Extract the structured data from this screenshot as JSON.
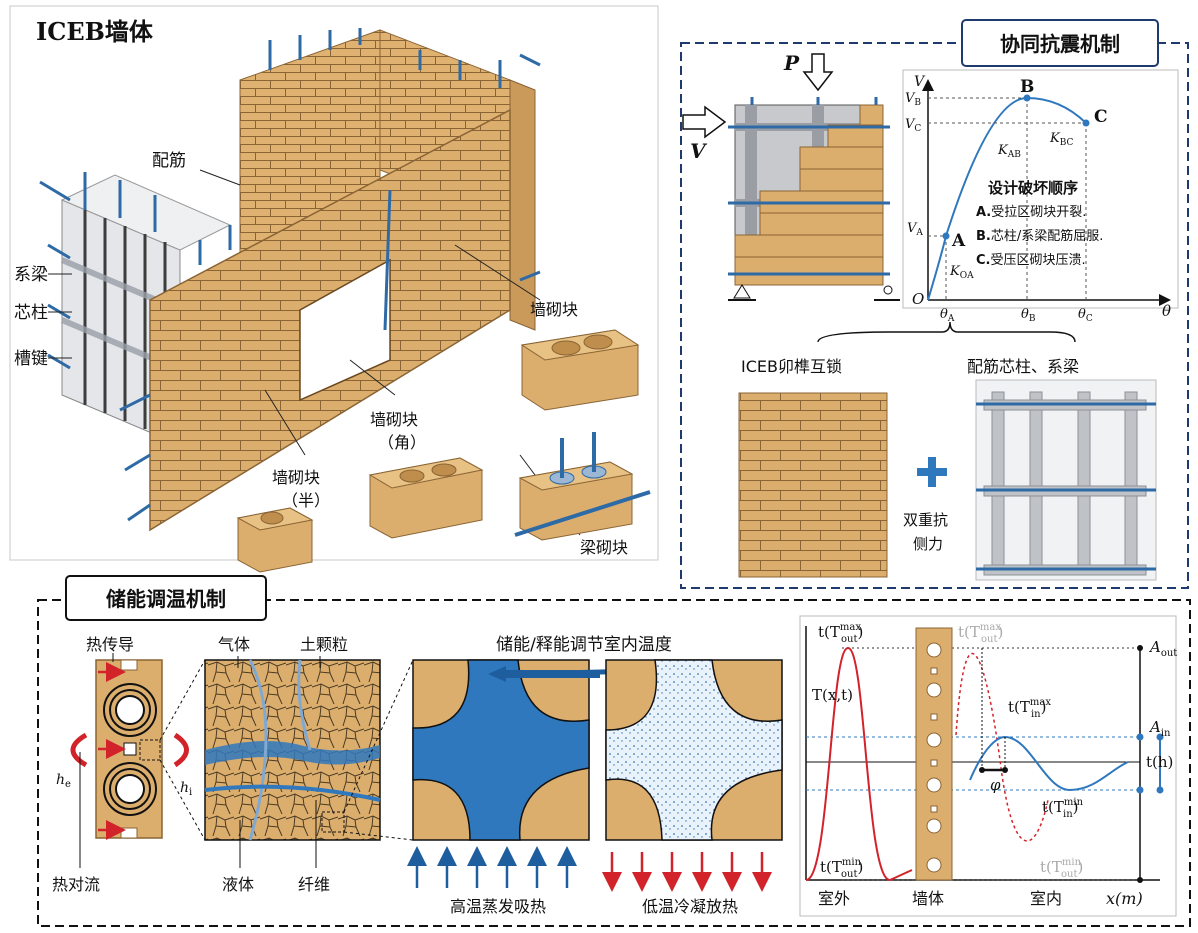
{
  "wall": {
    "title": "ICEB墙体",
    "labels": {
      "rebar": "配筋",
      "tie_beam": "系梁",
      "core_column": "芯柱",
      "groove_key": "槽键"
    },
    "blocks": {
      "wall_block": "墙砌块",
      "wall_block_corner_1": "墙砌块",
      "wall_block_corner_2": "（角）",
      "wall_block_half_1": "墙砌块",
      "wall_block_half_2": "（半）",
      "beam_block": "梁砌块"
    }
  },
  "seismic": {
    "title": "协同抗震机制",
    "load_P": "P",
    "load_V": "V",
    "curve": {
      "y_axis": "V",
      "x_axis": "θ",
      "origin": "O",
      "points": [
        "A",
        "B",
        "C"
      ],
      "V_B": "V",
      "V_B_sub": "B",
      "V_C": "V",
      "V_C_sub": "C",
      "V_A": "V",
      "V_A_sub": "A",
      "K_AB": "K",
      "K_AB_sub": "AB",
      "K_BC": "K",
      "K_BC_sub": "BC",
      "K_OA": "K",
      "K_OA_sub": "OA",
      "theta_A": "θ",
      "theta_A_sub": "A",
      "theta_B": "θ",
      "theta_B_sub": "B",
      "theta_C": "θ",
      "theta_C_sub": "C"
    },
    "sequence_title": "设计破坏顺序",
    "sequence": [
      {
        "key": "A.",
        "text": "受拉区砌块开裂."
      },
      {
        "key": "B.",
        "text": "芯柱/系梁配筋屈服."
      },
      {
        "key": "C.",
        "text": "受压区砌块压溃."
      }
    ],
    "interlock": "ICEB卯榫互锁",
    "reinforced": "配筋芯柱、系梁",
    "dual_1": "双重抗",
    "dual_2": "侧力"
  },
  "thermal": {
    "title": "储能调温机制",
    "heat_conduction": "热传导",
    "heat_convection": "热对流",
    "he": "h",
    "he_sub": "e",
    "hi": "h",
    "hi_sub": "i",
    "gas": "气体",
    "soil": "土颗粒",
    "liquid": "液体",
    "fiber": "纤维",
    "storage": "储能/释能调节室内温度",
    "evaporation": "高温蒸发吸热",
    "condensation": "低温冷凝放热",
    "chart": {
      "y_label": "T(x,t)",
      "t_out_max": "t(T",
      "t_out_min": "t(T",
      "t_in_max": "t(T",
      "t_in_min": "t(T",
      "sup_max": "max",
      "sup_min": "min",
      "sub_out": "out",
      "sub_in": "in",
      "A_out": "A",
      "A_out_sub": "out",
      "A_in": "A",
      "A_in_sub": "in",
      "t_h": "t(h)",
      "phi": "φ",
      "outdoor": "室外",
      "wall": "墙体",
      "indoor": "室内",
      "x_m": "x(m)"
    }
  },
  "colors": {
    "brick": "#dcae6e",
    "brick_edge": "#8a6434",
    "rebar": "#2e6aa6",
    "thermal_blue": "#2f78be",
    "red": "#d2232a",
    "frame": "#1e3a6e"
  }
}
